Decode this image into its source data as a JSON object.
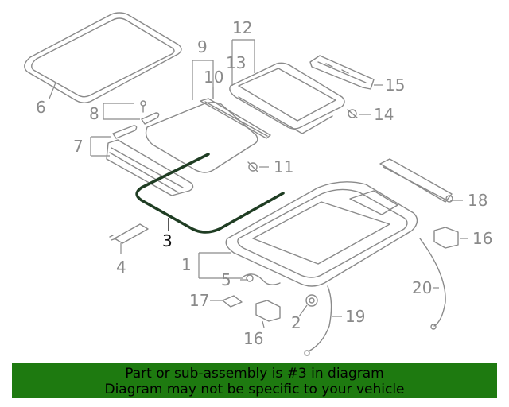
{
  "diagram": {
    "highlight_color": "#1f3d23",
    "callouts": [
      {
        "id": "c1",
        "label": "1"
      },
      {
        "id": "c2",
        "label": "2"
      },
      {
        "id": "c3",
        "label": "3"
      },
      {
        "id": "c4",
        "label": "4"
      },
      {
        "id": "c5",
        "label": "5"
      },
      {
        "id": "c6",
        "label": "6"
      },
      {
        "id": "c7",
        "label": "7"
      },
      {
        "id": "c8",
        "label": "8"
      },
      {
        "id": "c9",
        "label": "9"
      },
      {
        "id": "c10",
        "label": "10"
      },
      {
        "id": "c11",
        "label": "11"
      },
      {
        "id": "c12",
        "label": "12"
      },
      {
        "id": "c13",
        "label": "13"
      },
      {
        "id": "c14",
        "label": "14"
      },
      {
        "id": "c15",
        "label": "15"
      },
      {
        "id": "c16a",
        "label": "16"
      },
      {
        "id": "c16b",
        "label": "16"
      },
      {
        "id": "c17",
        "label": "17"
      },
      {
        "id": "c18",
        "label": "18"
      },
      {
        "id": "c19",
        "label": "19"
      },
      {
        "id": "c20",
        "label": "20"
      }
    ]
  },
  "banner": {
    "line1": "Part or sub-assembly is #3 in diagram",
    "line2": "Diagram may not be specific to your vehicle",
    "background": "#1e7a10"
  }
}
